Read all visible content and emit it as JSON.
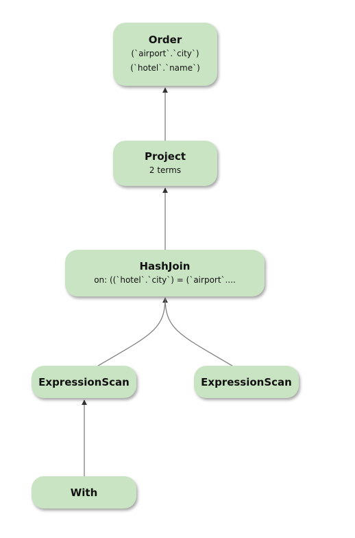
{
  "colors": {
    "node_fill": "#c9e4c2",
    "edge": "#7f7f7f",
    "arrow": "#333333"
  },
  "nodes": {
    "order": {
      "title": "Order",
      "details": [
        "(`airport`.`city`)",
        "(`hotel`.`name`)"
      ]
    },
    "project": {
      "title": "Project",
      "details": [
        "2 terms"
      ]
    },
    "hashjoin": {
      "title": "HashJoin",
      "details": [
        "on: ((`hotel`.`city`) = (`airport`...."
      ]
    },
    "scan_left": {
      "title": "ExpressionScan"
    },
    "scan_right": {
      "title": "ExpressionScan"
    },
    "with": {
      "title": "With"
    }
  }
}
